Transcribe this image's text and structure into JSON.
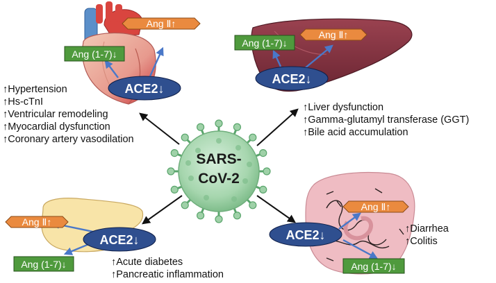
{
  "virus": {
    "line1": "SARS-",
    "line2": "CoV-2"
  },
  "labels": {
    "ace2": "ACE2↓",
    "ang2": "Ang Ⅱ↑",
    "ang17": "Ang (1-7)↓"
  },
  "organs": {
    "heart": {
      "effects": [
        "Hypertension",
        "Hs-cTnI",
        "Ventricular remodeling",
        "Myocardial dysfunction",
        "Coronary artery vasodilation"
      ]
    },
    "liver": {
      "effects": [
        "Liver dysfunction",
        "Gamma-glutamyl transferase (GGT)",
        "Bile acid accumulation"
      ]
    },
    "pancreas": {
      "effects": [
        "Acute diabetes",
        "Pancreatic inflammation"
      ]
    },
    "intestine": {
      "effects": [
        "Diarrhea",
        "Colitis"
      ]
    }
  },
  "colors": {
    "ace2_fill": "#2f4f8f",
    "ang2_fill": "#ea8a3f",
    "ang17_fill": "#4f9a3d",
    "virus_fill": "#9fd1a8",
    "virus_stroke": "#5aa56c",
    "arrow_blue": "#4a78c8",
    "heart_red": "#c8343a",
    "liver_fill": "#7d2f3c",
    "pancreas_fill": "#f8e4a8",
    "intestine_fill": "#efbcc3"
  }
}
